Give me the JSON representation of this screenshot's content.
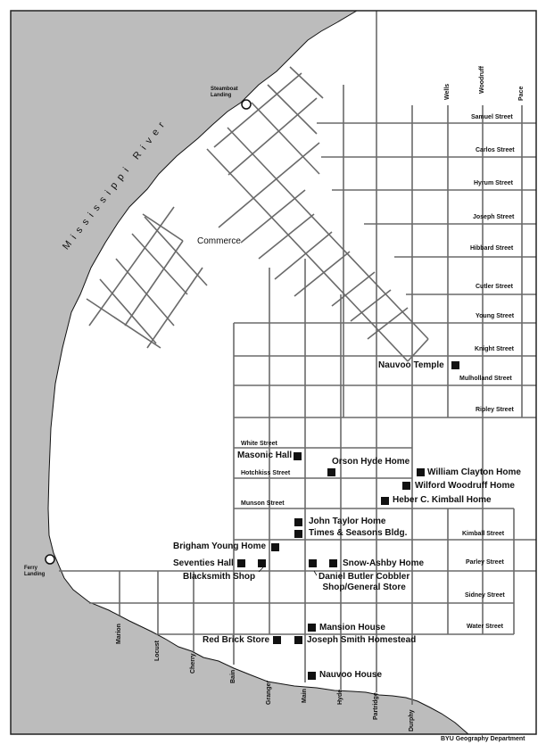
{
  "map": {
    "river_label": "Mississippi River",
    "town_label": "Commerce",
    "credit": "BYU Geography Department",
    "colors": {
      "water": "#bcbcbc",
      "land": "#ffffff",
      "street": "#6a6a6a",
      "border": "#222222"
    },
    "landings": [
      {
        "name": "Steamboat Landing",
        "line1": "Steamboat",
        "line2": "Landing"
      },
      {
        "name": "Ferry Landing",
        "line1": "Ferry",
        "line2": "Landing"
      }
    ],
    "east_west_streets": [
      "Samuel Street",
      "Carlos Street",
      "Hyrum Street",
      "Joseph Street",
      "Hibbard Street",
      "Cutler Street",
      "Young Street",
      "Knight Street",
      "Mulholland Street",
      "Ripley Street",
      "White Street",
      "Hotchkiss Street",
      "Munson Street",
      "Kimball Street",
      "Parley Street",
      "Sidney Street",
      "Water Street"
    ],
    "north_south_streets": [
      "Wells",
      "Woodruff",
      "Pace",
      "Marion",
      "Locust",
      "Cherry",
      "Bain",
      "Granger",
      "Main",
      "Hyde",
      "Partridge",
      "Durphy"
    ],
    "buildings": [
      "Nauvoo Temple",
      "Masonic Hall",
      "Orson Hyde Home",
      "William Clayton Home",
      "Wilford Woodruff Home",
      "Heber C. Kimball Home",
      "John Taylor Home",
      "Times & Seasons Bldg.",
      "Brigham Young Home",
      "Seventies Hall",
      "Blacksmith Shop",
      "Snow-Ashby Home",
      "Daniel Butler Cobbler",
      "Shop/General Store",
      "Mansion House",
      "Red Brick Store",
      "Joseph Smith Homestead",
      "Nauvoo House"
    ]
  }
}
